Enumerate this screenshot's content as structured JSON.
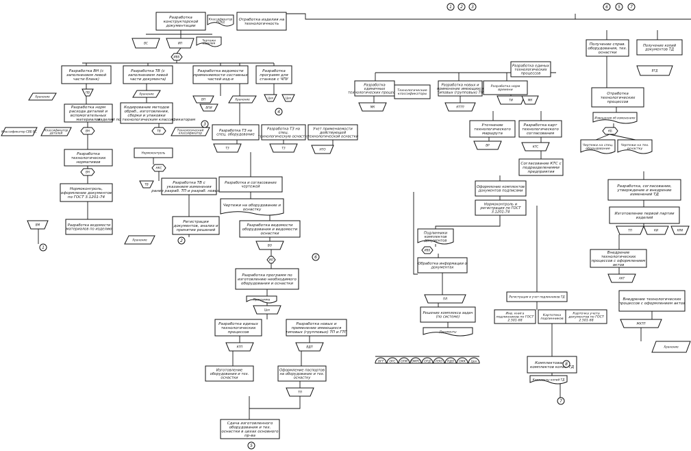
{
  "nodes": [
    {
      "id": "n1",
      "shape": "rect",
      "label": "Разработка конструкторской документации"
    },
    {
      "id": "n2",
      "shape": "doc",
      "label": "Классификатор ЕСКД"
    },
    {
      "id": "n3",
      "shape": "rect",
      "label": "Отработка изделия на технологичность"
    },
    {
      "id": "n4",
      "shape": "trap",
      "label": "ВС"
    },
    {
      "id": "n5",
      "shape": "trap",
      "label": "ИП"
    },
    {
      "id": "n6",
      "shape": "doc",
      "label": "Чертежи изделия"
    },
    {
      "id": "n7",
      "shape": "hex",
      "label": "ИВБ"
    },
    {
      "id": "n8",
      "shape": "rect",
      "label": "Разработка ВН (с заполнением левой части бланк)"
    },
    {
      "id": "n9",
      "shape": "rect",
      "label": "Разработка ТВ (с заполнением левой части документа)"
    },
    {
      "id": "n10",
      "shape": "rect",
      "label": "Разработка ведомости применяемости составных частей изд-я"
    },
    {
      "id": "n11",
      "shape": "rect",
      "label": "Разработка программ для станков с ЧПУ"
    },
    {
      "id": "n12",
      "shape": "para",
      "label": "Хранение"
    },
    {
      "id": "n13",
      "shape": "trap",
      "label": "ПВ"
    },
    {
      "id": "n14",
      "shape": "para",
      "label": "Хранение"
    },
    {
      "id": "n15",
      "shape": "trap",
      "label": "ВП"
    },
    {
      "id": "n16",
      "shape": "trap",
      "label": "ВПИ"
    },
    {
      "id": "n17",
      "shape": "para",
      "label": "Хранение"
    },
    {
      "id": "n18",
      "shape": "trap",
      "label": "Цех"
    },
    {
      "id": "n19",
      "shape": "trap",
      "label": "Цех"
    },
    {
      "id": "n20",
      "shape": "rect",
      "label": "Разработка норм расхода деталей и вспомогательных материалов"
    },
    {
      "id": "n21",
      "shape": "rect",
      "label": "Кодирование методов обраб., изготовления, сборки и упаковки изделий по технологическим классификаторам"
    },
    {
      "id": "n22",
      "shape": "hex",
      "label": "ВН"
    },
    {
      "id": "n23",
      "shape": "hex",
      "label": "ТВ"
    },
    {
      "id": "n24",
      "shape": "circle",
      "label": "3"
    },
    {
      "id": "n25",
      "shape": "circle",
      "label": "4"
    },
    {
      "id": "n26",
      "shape": "para",
      "label": "Классификатор СВБ ВС"
    },
    {
      "id": "n27",
      "shape": "para",
      "label": "Классификатор деталей"
    },
    {
      "id": "n28",
      "shape": "para",
      "label": "Технологический классификатор"
    },
    {
      "id": "n29",
      "shape": "rect",
      "label": "Разработка технологических нормативов"
    },
    {
      "id": "n30",
      "shape": "rect",
      "label": "Нормоконтроль"
    },
    {
      "id": "n31",
      "shape": "hex",
      "label": "ВН"
    },
    {
      "id": "n32",
      "shape": "hex",
      "label": "НКС"
    },
    {
      "id": "n33",
      "shape": "rect",
      "label": "Нормоконтроль, оформление документов по ГОСТ 3.1201-74"
    },
    {
      "id": "n34",
      "shape": "trap",
      "label": "ТВ"
    },
    {
      "id": "n35",
      "shape": "rect",
      "label": "Разработка ТВ с указанием изменения ранее разраб. ТП и разраб. новых ТП"
    },
    {
      "id": "n36",
      "shape": "trap",
      "label": "ВМ"
    },
    {
      "id": "n37",
      "shape": "rect",
      "label": "Разработка ведомости материалов по изделию"
    },
    {
      "id": "n38",
      "shape": "para",
      "label": "Хранение"
    },
    {
      "id": "n39",
      "shape": "rect",
      "label": "Регистрация документов, анализ и принятие решений"
    },
    {
      "id": "n40",
      "shape": "circle",
      "label": "1"
    },
    {
      "id": "n41",
      "shape": "circle",
      "label": "2"
    },
    {
      "id": "n42",
      "shape": "rect",
      "label": "Разработка ТЗ на спец. оборудование"
    },
    {
      "id": "n43",
      "shape": "rect",
      "label": "Разработка ТЗ на спец. технологическую оснастку"
    },
    {
      "id": "n44",
      "shape": "rect",
      "label": "Учет применяемости действующей технологической оснастки"
    },
    {
      "id": "n45",
      "shape": "trap",
      "label": "ТЗ"
    },
    {
      "id": "n46",
      "shape": "trap",
      "label": "ТЗ"
    },
    {
      "id": "n47",
      "shape": "trap",
      "label": "НТО"
    },
    {
      "id": "n48",
      "shape": "rect",
      "label": "Разработка и согласование чертежей"
    },
    {
      "id": "n49",
      "shape": "doc",
      "label": "Чертежи на оборудование и оснастку"
    },
    {
      "id": "n50",
      "shape": "rect",
      "label": "Разработка ведомости оборудования и ведомости оснастки"
    },
    {
      "id": "n51",
      "shape": "trap",
      "label": "ВО"
    },
    {
      "id": "n52",
      "shape": "hex",
      "label": "ИО"
    },
    {
      "id": "n53",
      "shape": "circle",
      "label": "6"
    },
    {
      "id": "n54",
      "shape": "rect",
      "label": "Разработка программ по изготовлению необходимого оборудования и оснастки"
    },
    {
      "id": "n55",
      "shape": "doc",
      "label": "Программа"
    },
    {
      "id": "n56",
      "shape": "trap",
      "label": "Цех"
    },
    {
      "id": "n57",
      "shape": "rect",
      "label": "Разработка единых технологических процессов"
    },
    {
      "id": "n58",
      "shape": "rect",
      "label": "Разработка новых и применение имеющихся типовых (групповых) ТП и ГТП"
    },
    {
      "id": "n59",
      "shape": "trap",
      "label": "КТП"
    },
    {
      "id": "n60",
      "shape": "trap",
      "label": "ВДП"
    },
    {
      "id": "n61",
      "shape": "rect",
      "label": "Изготовление оборудования и тех. оснастки"
    },
    {
      "id": "n62",
      "shape": "rect",
      "label": "Оформление паспортов на оборудование и тех. оснастку"
    },
    {
      "id": "n63",
      "shape": "trap",
      "label": "ТП"
    },
    {
      "id": "n64",
      "shape": "rect",
      "label": "Сдача изготовленного оборудования и тех. оснастки в цехах основного пр-ва"
    },
    {
      "id": "n65",
      "shape": "circle",
      "label": "5"
    },
    {
      "id": "n66",
      "shape": "rect",
      "label": "Разработка единичных технологических процессов"
    },
    {
      "id": "n67",
      "shape": "rect",
      "label": "Технологические классификаторы"
    },
    {
      "id": "n68",
      "shape": "rect",
      "label": "Разработка новых и применение имеющихся типовых (групповых) ТП"
    },
    {
      "id": "n69",
      "shape": "rect",
      "label": "Разработка норм времени"
    },
    {
      "id": "n70",
      "shape": "rect",
      "label": "Разработка единых технологических процессов"
    },
    {
      "id": "n71",
      "shape": "trap",
      "label": "МК"
    },
    {
      "id": "n72",
      "shape": "trap",
      "label": "КТТП"
    },
    {
      "id": "n73",
      "shape": "trap",
      "label": "ТИ"
    },
    {
      "id": "n74",
      "shape": "trap",
      "label": "МК"
    },
    {
      "id": "n75",
      "shape": "rect",
      "label": "Уточнение технологического маршрута"
    },
    {
      "id": "n76",
      "shape": "rect",
      "label": "Разработка карт технологического согласования"
    },
    {
      "id": "n77",
      "shape": "trap",
      "label": "ВР"
    },
    {
      "id": "n78",
      "shape": "trap",
      "label": "КТС"
    },
    {
      "id": "n79",
      "shape": "rect",
      "label": "Согласование КТС с подразделениями предприятия"
    },
    {
      "id": "n80",
      "shape": "rect",
      "label": "Оформление комплектов документов подписями"
    },
    {
      "id": "n81",
      "shape": "rect",
      "label": "Нормоконтроль и регистрация по ГОСТ 3.1201-74"
    },
    {
      "id": "n82",
      "shape": "doc",
      "label": "Подлинники комплектов документов"
    },
    {
      "id": "n83",
      "shape": "hex",
      "label": "ИВБ"
    },
    {
      "id": "n84",
      "shape": "rect",
      "label": "Обработка информации о документах"
    },
    {
      "id": "n85",
      "shape": "trap",
      "label": "ПЛ"
    },
    {
      "id": "n86",
      "shape": "rect",
      "label": "Решение комплекса задач (по системе)"
    },
    {
      "id": "n87",
      "shape": "doc",
      "label": "Документы"
    },
    {
      "id": "n88",
      "shape": "rect",
      "label": "Регистрация и учет подлинников ТД"
    },
    {
      "id": "n89",
      "shape": "rect",
      "label": "Инв. книга подлинников по ГОСТ 2.501-68"
    },
    {
      "id": "n90",
      "shape": "rect",
      "label": "Картотека подлинников"
    },
    {
      "id": "n91",
      "shape": "rect",
      "label": "Карточка учета документов по ГОСТ 2.501-68"
    },
    {
      "id": "n92",
      "shape": "rect",
      "label": "Комплектование комплектов копий ТД"
    },
    {
      "id": "n93",
      "shape": "doc",
      "label": "Комплекты копий ТД"
    },
    {
      "id": "n94",
      "shape": "circle",
      "label": "7"
    },
    {
      "id": "n95",
      "shape": "rect",
      "label": "Получение справ. оборудования, тех. оснастки"
    },
    {
      "id": "n96",
      "shape": "rect",
      "label": "Получение копий документов ТД"
    },
    {
      "id": "n97",
      "shape": "trap",
      "label": "ВТД"
    },
    {
      "id": "n98",
      "shape": "rect",
      "label": "Отработка технологических процессов"
    },
    {
      "id": "n99",
      "shape": "doc",
      "label": "Извещения об изменениях"
    },
    {
      "id": "n100",
      "shape": "hex",
      "label": "КБ"
    },
    {
      "id": "n101",
      "shape": "doc",
      "label": "Чертежи на спец. оборудование"
    },
    {
      "id": "n102",
      "shape": "doc",
      "label": "Чертежи на тех. оснастку"
    },
    {
      "id": "n103",
      "shape": "rect",
      "label": "Разработка, согласование, утверждение и внедрение изменений ТД"
    },
    {
      "id": "n104",
      "shape": "rect",
      "label": "Изготовление первой партии изделий"
    },
    {
      "id": "n105",
      "shape": "trap",
      "label": "ТП"
    },
    {
      "id": "n106",
      "shape": "trap",
      "label": "КИ"
    },
    {
      "id": "n107",
      "shape": "trap",
      "label": "КРИ"
    },
    {
      "id": "n108",
      "shape": "rect",
      "label": "Внедрение технологических процессов с оформлением актов"
    },
    {
      "id": "n109",
      "shape": "trap",
      "label": "АКТ"
    },
    {
      "id": "n110",
      "shape": "rect",
      "label": "Внедрение технологических процессов с оформлением актов"
    },
    {
      "id": "n111",
      "shape": "trap",
      "label": "ЖКТП"
    },
    {
      "id": "n112",
      "shape": "para",
      "label": "Хранение"
    },
    {
      "id": "n113",
      "shape": "circle",
      "label": "8"
    }
  ],
  "footer_codes": [
    "ОГТ",
    "ОГС",
    "ОГМ",
    "ОМТС",
    "ОТД",
    "ПЭО",
    "ПДО",
    "ОКК",
    "Цех"
  ],
  "top_circles": [
    "1",
    "2",
    "3"
  ],
  "right_circles": [
    "6",
    "5",
    "7"
  ]
}
